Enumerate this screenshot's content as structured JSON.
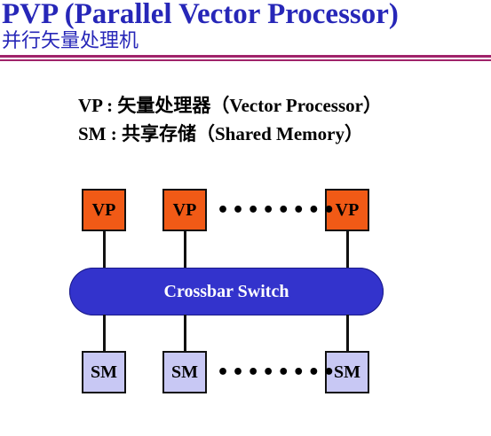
{
  "header": {
    "title": "PVP (Parallel Vector Processor)",
    "subtitle": "并行矢量处理机"
  },
  "legend": {
    "vp": "VP : 矢量处理器（Vector Processor）",
    "sm": "SM : 共享存储（Shared Memory）"
  },
  "diagram": {
    "processors": [
      "VP",
      "VP",
      "VP"
    ],
    "memories": [
      "SM",
      "SM",
      "SM"
    ],
    "bus_label": "Crossbar Switch",
    "ellipsis": "••••••••"
  },
  "colors": {
    "title": "#2727b8",
    "rule": "#a0236a",
    "vp_fill": "#f15a16",
    "sm_fill": "#c8c8f4",
    "bus_fill": "#3333cc"
  }
}
